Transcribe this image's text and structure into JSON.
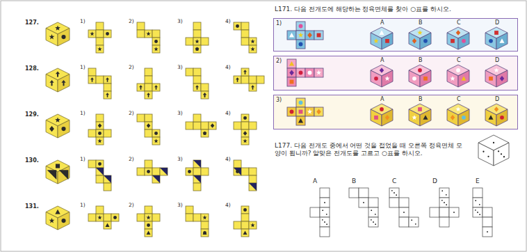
{
  "diagram": {
    "nodes": [
      {
        "text": [
          "1)",
          "A",
          "B",
          "C",
          "D"
        ]
      },
      {
        "text": [
          "2)",
          "A",
          "B",
          "C",
          "D"
        ]
      },
      {
        "text": [
          "3)",
          "A",
          "B",
          "C",
          "D"
        ]
      }
    ],
    "labels": [
      "127.",
      "1)",
      "2)",
      "3)",
      "4)",
      "128.",
      "1)",
      "2)",
      "3)",
      "4)",
      "129.",
      "1)",
      "2)",
      "3)",
      "4)",
      "130.",
      "1)",
      "2)",
      "3)",
      "4)",
      "131.",
      "1)",
      "2)",
      "3)",
      "4)",
      "L171. 다음 전개도에 해당하는 정육면체를 찾아 ○표를 하시오.",
      "L177. 다음 전개도 중에서 어떤 것을 접었을 때 오른쪽 정육면체 모양이 됩니까? 알맞은 전개도를 고르고 ○표를 하시오.",
      "A",
      "B",
      "C",
      "D",
      "E"
    ]
  }
}
